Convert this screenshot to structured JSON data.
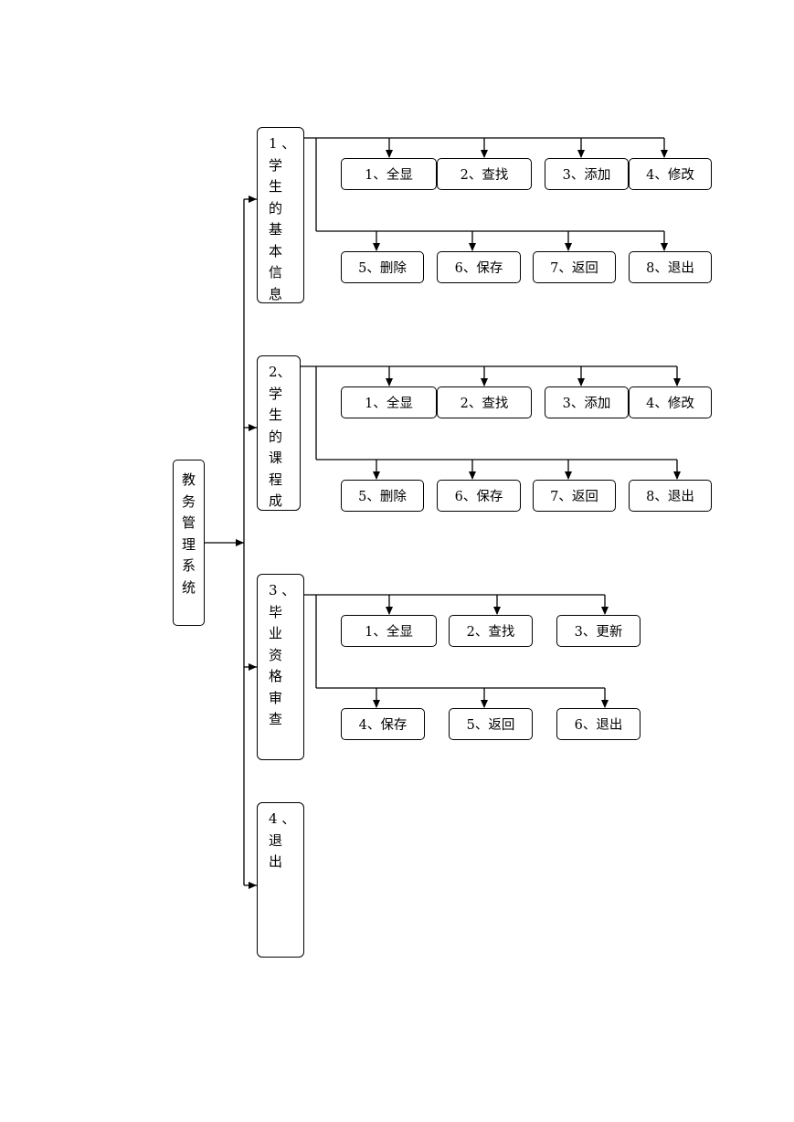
{
  "root": {
    "label": "教务管理系统"
  },
  "groups": [
    {
      "chars": [
        "1 、",
        "学",
        "生",
        "的",
        "基",
        "本",
        "信",
        "息"
      ],
      "row1": [
        "1、全显",
        "2、查找",
        "3、添加",
        "4、修改"
      ],
      "row2": [
        "5、删除",
        "6、保存",
        "7、返回",
        "8、退出"
      ]
    },
    {
      "chars": [
        "2、",
        "学",
        "生",
        "的",
        "课",
        "程",
        "成"
      ],
      "row1": [
        "1、全显",
        "2、查找",
        "3、添加",
        "4、修改"
      ],
      "row2": [
        "5、删除",
        "6、保存",
        "7、返回",
        "8、退出"
      ]
    },
    {
      "chars": [
        "3 、",
        "毕",
        "业",
        "资",
        "格",
        "审",
        "查"
      ],
      "row1": [
        "1、全显",
        "2、查找",
        "3、更新"
      ],
      "row2": [
        "4、保存",
        "5、返回",
        "6、退出"
      ]
    },
    {
      "chars": [
        "4 、",
        "退",
        "出"
      ],
      "row1": [],
      "row2": []
    }
  ]
}
